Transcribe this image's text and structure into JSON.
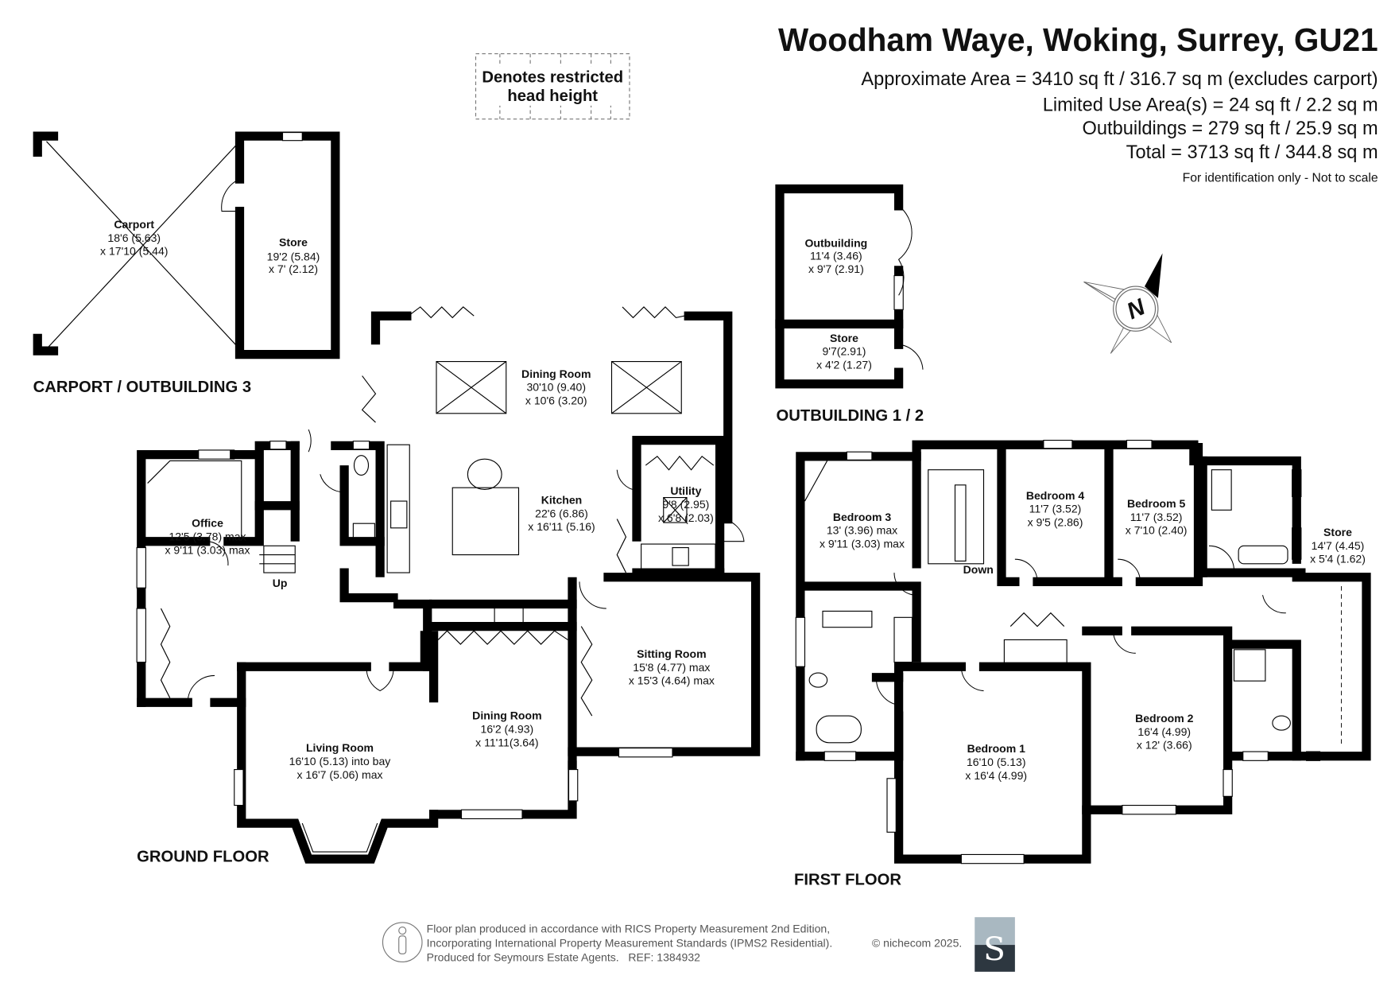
{
  "header": {
    "title": "Woodham Waye, Woking, Surrey, GU21",
    "approx_area": "Approximate Area = 3410 sq ft / 316.7 sq m (excludes carport)",
    "limited_use": "Limited Use Area(s) = 24 sq ft / 2.2 sq m",
    "outbuildings": "Outbuildings = 279 sq ft / 25.9 sq m",
    "total": "Total = 3713 sq ft / 344.8 sq m",
    "note": "For identification only - Not to scale"
  },
  "legend": {
    "line1": "Denotes restricted",
    "line2": "head height"
  },
  "sections": {
    "carport": "CARPORT / OUTBUILDING 3",
    "outbuilding": "OUTBUILDING 1 / 2",
    "ground": "GROUND FLOOR",
    "first": "FIRST FLOOR"
  },
  "rooms": {
    "carport": {
      "name": "Carport",
      "d1": "18'6 (5.63)",
      "d2": "x 17'10 (5.44)"
    },
    "store3": {
      "name": "Store",
      "d1": "19'2 (5.84)",
      "d2": "x 7' (2.12)"
    },
    "dining_big": {
      "name": "Dining Room",
      "d1": "30'10 (9.40)",
      "d2": "x 10'6 (3.20)"
    },
    "kitchen": {
      "name": "Kitchen",
      "d1": "22'6 (6.86)",
      "d2": "x 16'11 (5.16)"
    },
    "utility": {
      "name": "Utility",
      "d1": "9'8 (2.95)",
      "d2": "x 6'8 (2.03)"
    },
    "office": {
      "name": "Office",
      "d1": "12'5 (3.78) max",
      "d2": "x 9'11 (3.03) max"
    },
    "sitting": {
      "name": "Sitting Room",
      "d1": "15'8 (4.77) max",
      "d2": "x 15'3 (4.64) max"
    },
    "dining": {
      "name": "Dining Room",
      "d1": "16'2 (4.93)",
      "d2": "x 11'11(3.64)"
    },
    "living": {
      "name": "Living Room",
      "d1": "16'10 (5.13) into bay",
      "d2": "x 16'7 (5.06) max"
    },
    "outbuilding": {
      "name": "Outbuilding",
      "d1": "11'4 (3.46)",
      "d2": "x 9'7 (2.91)"
    },
    "store_ob": {
      "name": "Store",
      "d1": "9'7(2.91)",
      "d2": "x 4'2 (1.27)"
    },
    "bed3": {
      "name": "Bedroom 3",
      "d1": "13' (3.96) max",
      "d2": "x 9'11 (3.03) max"
    },
    "bed4": {
      "name": "Bedroom 4",
      "d1": "11'7 (3.52)",
      "d2": "x 9'5 (2.86)"
    },
    "bed5": {
      "name": "Bedroom 5",
      "d1": "11'7 (3.52)",
      "d2": "x 7'10 (2.40)"
    },
    "store_ff": {
      "name": "Store",
      "d1": "14'7 (4.45)",
      "d2": "x 5'4 (1.62)"
    },
    "bed2": {
      "name": "Bedroom 2",
      "d1": "16'4 (4.99)",
      "d2": "x 12' (3.66)"
    },
    "bed1": {
      "name": "Bedroom 1",
      "d1": "16'10 (5.13)",
      "d2": "x 16'4 (4.99)"
    }
  },
  "stairs": {
    "up": "Up",
    "down": "Down"
  },
  "compass": {
    "label": "N"
  },
  "footer": {
    "line1": "Floor plan produced in accordance with RICS Property Measurement 2nd Edition,",
    "line2": "Incorporating International Property Measurement Standards (IPMS2 Residential).",
    "copyright": "© nichecom 2025.",
    "line3": "Produced for Seymours Estate Agents.   REF: 1384932",
    "logo_letter": "S"
  },
  "colors": {
    "logo_top": "#a9b8c1",
    "logo_bottom": "#2d3740"
  }
}
